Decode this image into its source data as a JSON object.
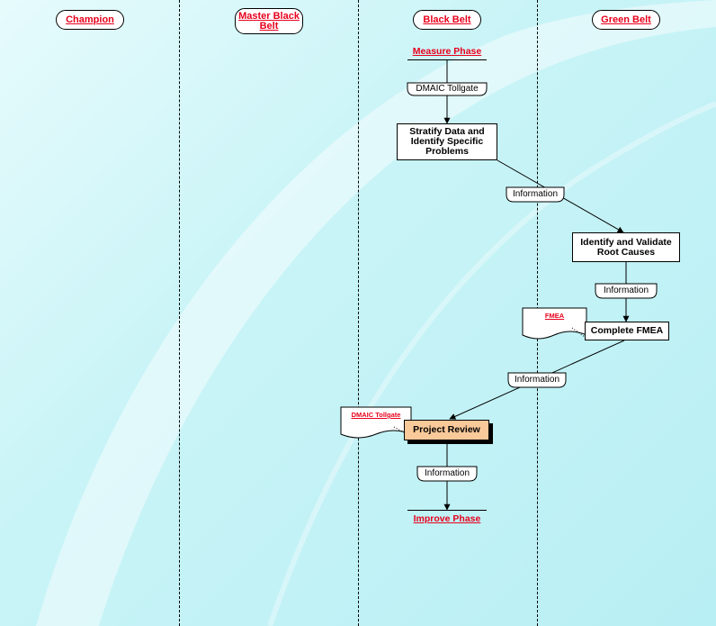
{
  "lanes": [
    {
      "label": "Champion"
    },
    {
      "label": "Master Black Belt"
    },
    {
      "label": "Black Belt"
    },
    {
      "label": "Green Belt"
    }
  ],
  "terminals": {
    "start": "Measure Phase",
    "end": "Improve Phase"
  },
  "data_labels": {
    "tollgate": "DMAIC Tollgate",
    "info1": "Information",
    "info2": "Information",
    "info3": "Information",
    "info4": "Information"
  },
  "processes": {
    "stratify": "Stratify Data and Identify Specific Problems",
    "root_causes": "Identify and Validate Root Causes",
    "fmea": "Complete FMEA",
    "review": "Project Review"
  },
  "documents": {
    "fmea_doc": "FMEA",
    "tollgate_doc": "DMAIC Tollgate"
  },
  "colors": {
    "header_text": "#e8001c",
    "review_fill": "#f9c99a",
    "background": "#c9f4f7"
  }
}
